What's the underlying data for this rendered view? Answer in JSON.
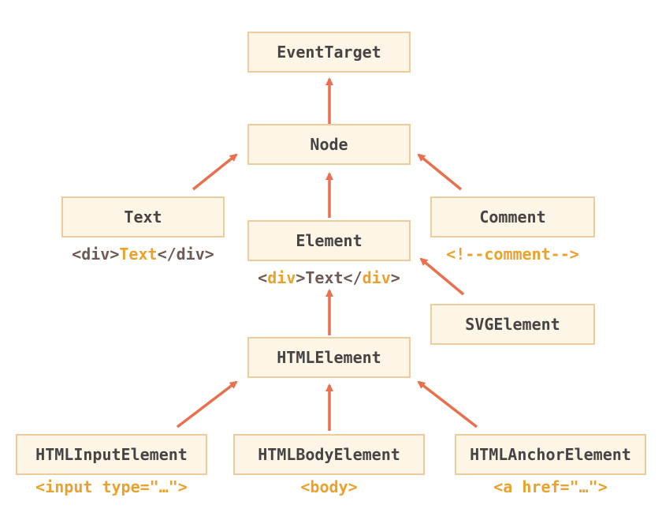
{
  "colors": {
    "box_fill": "#fdf5e6",
    "box_border": "#edcb9c",
    "arrow": "#e8704f",
    "text_dark": "#444444",
    "code_dark": "#6f5b56",
    "code_orange": "#eaa22c"
  },
  "nodes": {
    "event_target": "EventTarget",
    "node": "Node",
    "text": "Text",
    "element": "Element",
    "comment": "Comment",
    "svg_element": "SVGElement",
    "html_element": "HTMLElement",
    "html_input_element": "HTMLInputElement",
    "html_body_element": "HTMLBodyElement",
    "html_anchor_element": "HTMLAnchorElement"
  },
  "examples": {
    "text": {
      "open": "<div>",
      "content": "Text",
      "close": "</div>"
    },
    "element": {
      "lt1": "<",
      "tag1": "div",
      "mid": ">Text</",
      "tag2": "div",
      "gt2": ">"
    },
    "comment": "<!--comment-->",
    "html_input_element": "<input type=\"…\">",
    "html_body_element": "<body>",
    "html_anchor_element": "<a href=\"…\">"
  }
}
